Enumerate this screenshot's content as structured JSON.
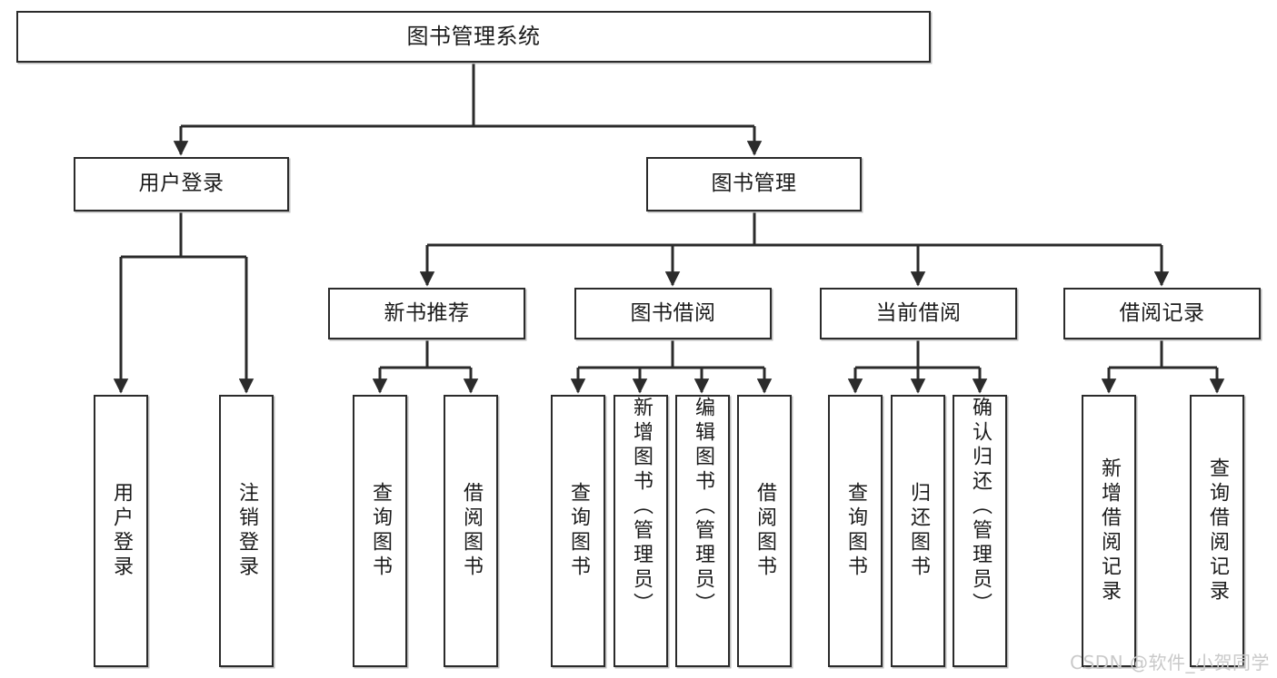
{
  "diagram": {
    "title": "图书管理系统",
    "type": "tree",
    "background_color": "#ffffff",
    "line_color": "#2b2b2b",
    "box_border_color": "#2b2b2b",
    "box_fill_color": "#ffffff",
    "text_color": "#1b1b1b"
  },
  "root": {
    "label": "图书管理系统"
  },
  "level2": [
    {
      "label": "用户登录"
    },
    {
      "label": "图书管理"
    }
  ],
  "level3": [
    {
      "label": "新书推荐"
    },
    {
      "label": "图书借阅"
    },
    {
      "label": "当前借阅"
    },
    {
      "label": "借阅记录"
    }
  ],
  "leaves": {
    "user_login": [
      {
        "label": "用户登录"
      },
      {
        "label": "注销登录"
      }
    ],
    "new_book_recommend": [
      {
        "label": "查询图书"
      },
      {
        "label": "借阅图书"
      }
    ],
    "book_borrow": [
      {
        "label": "查询图书"
      },
      {
        "label": "新增图书（管理员）"
      },
      {
        "label": "编辑图书（管理员）"
      },
      {
        "label": "借阅图书"
      }
    ],
    "current_borrow": [
      {
        "label": "查询图书"
      },
      {
        "label": "归还图书"
      },
      {
        "label": "确认归还（管理员）"
      }
    ],
    "borrow_record": [
      {
        "label": "新增借阅记录"
      },
      {
        "label": "查询借阅记录"
      }
    ]
  },
  "watermark": {
    "text": "CSDN @软件_小贺同学",
    "color": "#c9c9c9"
  }
}
